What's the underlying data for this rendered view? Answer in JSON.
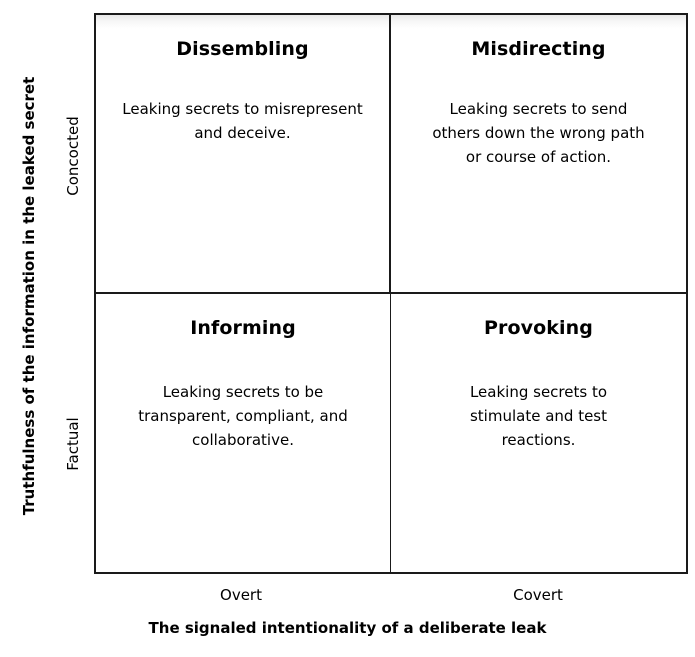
{
  "chart_data": {
    "type": "table",
    "title": "",
    "xlabel": "The signaled intentionality of a deliberate leak",
    "ylabel": "Truthfulness of the information in the leaked secret",
    "x_categories": [
      "Overt",
      "Covert"
    ],
    "y_categories": [
      "Concocted",
      "Factual"
    ],
    "grid": true,
    "legend": "none",
    "cells": [
      {
        "row": "Concocted",
        "column": "Overt",
        "title": "Dissembling",
        "description": "Leaking secrets to misrepresent and deceive."
      },
      {
        "row": "Concocted",
        "column": "Covert",
        "title": "Misdirecting",
        "description": "Leaking secrets to send others down the wrong path or course of action."
      },
      {
        "row": "Factual",
        "column": "Overt",
        "title": "Informing",
        "description": "Leaking secrets to be transparent, compliant, and collaborative."
      },
      {
        "row": "Factual",
        "column": "Covert",
        "title": "Provoking",
        "description": "Leaking secrets to stimulate and test reactions."
      }
    ]
  },
  "axes": {
    "y_title": "Truthfulness of the information in the leaked secret",
    "y_ticks": [
      "Concocted",
      "Factual"
    ],
    "x_title": "The signaled intentionality of a deliberate leak",
    "x_ticks": [
      "Overt",
      "Covert"
    ]
  },
  "quadrants": {
    "top_left": {
      "title": "Dissembling",
      "description": "Leaking secrets to misrepresent and deceive."
    },
    "top_right": {
      "title": "Misdirecting",
      "description": "Leaking secrets to send others down the wrong path or course of action."
    },
    "bottom_left": {
      "title": "Informing",
      "description": "Leaking secrets to be transparent, compliant, and collaborative."
    },
    "bottom_right": {
      "title": "Provoking",
      "description": "Leaking secrets to stimulate and test reactions."
    }
  },
  "colors": {
    "border": "#1a1a1a",
    "background": "#ffffff",
    "text": "#000000"
  }
}
